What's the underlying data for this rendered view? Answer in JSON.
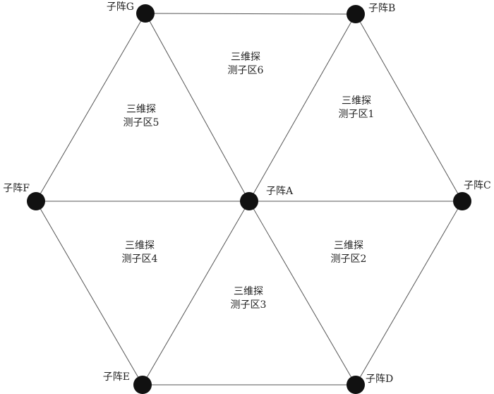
{
  "nodes": {
    "A": {
      "label": "子阵A"
    },
    "B": {
      "label": "子阵B"
    },
    "C": {
      "label": "子阵C"
    },
    "D": {
      "label": "子阵D"
    },
    "E": {
      "label": "子阵E"
    },
    "F": {
      "label": "子阵F"
    },
    "G": {
      "label": "子阵G"
    }
  },
  "zones": [
    {
      "line1": "三维探",
      "line2": "测子区1"
    },
    {
      "line1": "三维探",
      "line2": "测子区2"
    },
    {
      "line1": "三维探",
      "line2": "测子区3"
    },
    {
      "line1": "三维探",
      "line2": "测子区4"
    },
    {
      "line1": "三维探",
      "line2": "测子区5"
    },
    {
      "line1": "三维探",
      "line2": "测子区6"
    }
  ]
}
